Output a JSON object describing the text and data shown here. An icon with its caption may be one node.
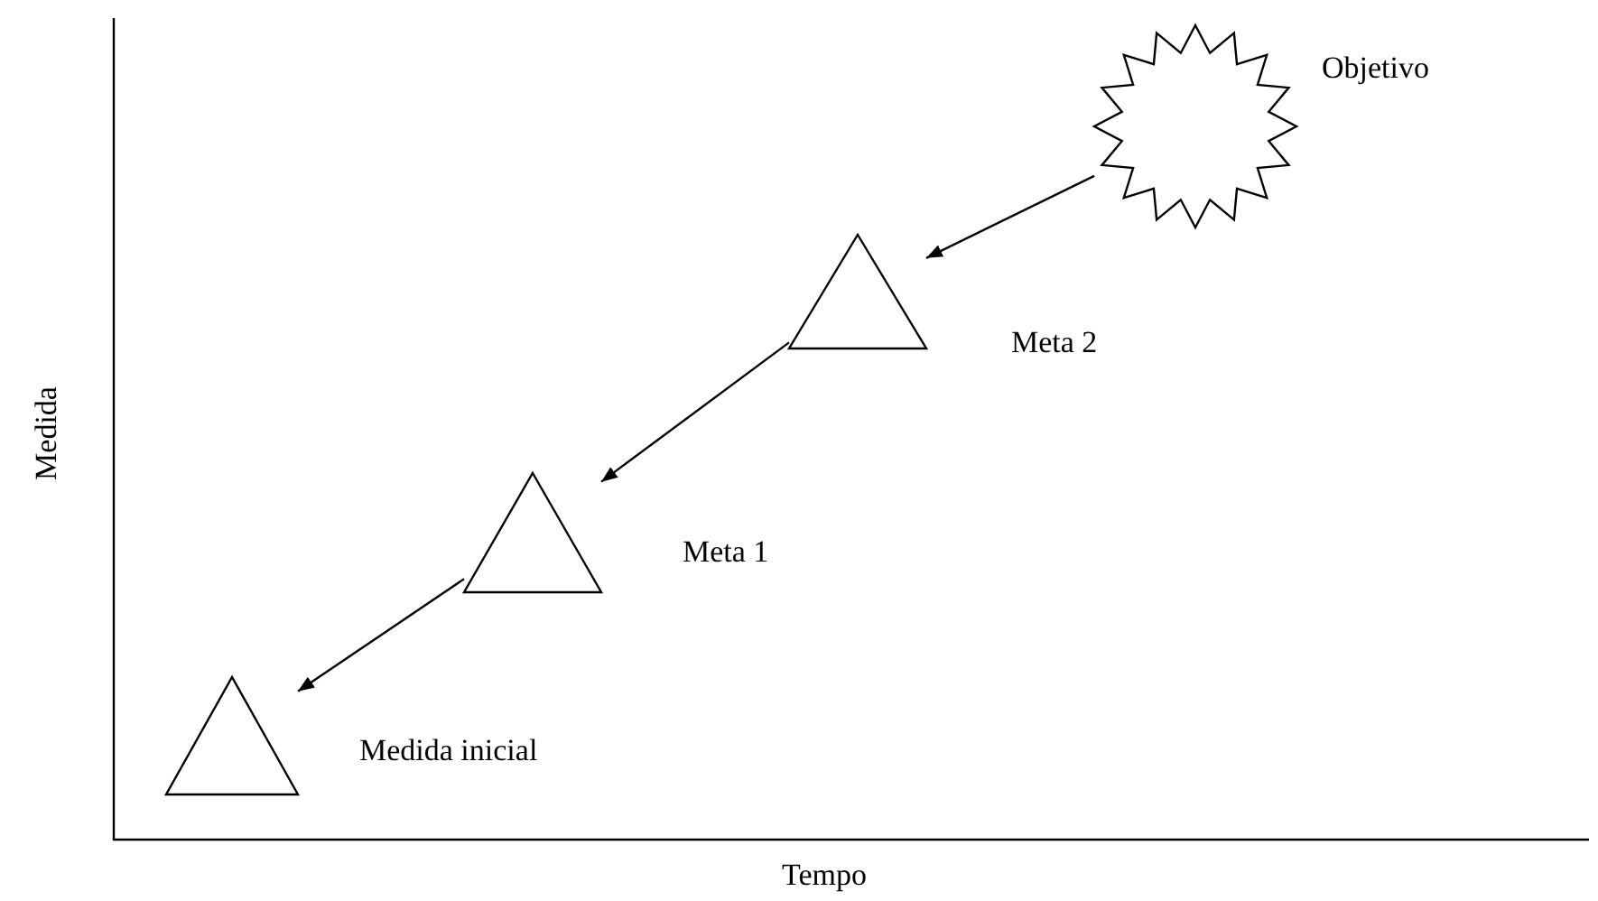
{
  "diagram": {
    "nodes": [
      {
        "text": [],
        "shape": "star",
        "beside": [
          "Objetivo"
        ]
      },
      {
        "text": [],
        "shape": "triangle",
        "beside": [
          "Meta 2"
        ]
      },
      {
        "text": [],
        "shape": "triangle",
        "beside": [
          "Meta 1"
        ]
      },
      {
        "text": [],
        "shape": "triangle",
        "beside": [
          "Medida inicial"
        ]
      }
    ],
    "edges": [
      {
        "from": 0,
        "to": 1,
        "arrow": "to"
      },
      {
        "from": 1,
        "to": 2,
        "arrow": "to"
      },
      {
        "from": 2,
        "to": 3,
        "arrow": "to"
      }
    ],
    "labels": [
      "Medida",
      "Tempo"
    ]
  }
}
